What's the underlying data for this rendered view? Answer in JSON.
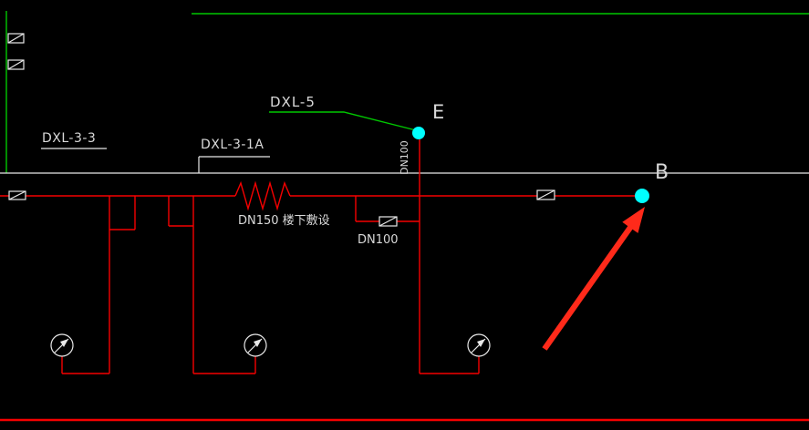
{
  "drawing": {
    "labels": {
      "dxl5": "DXL-5",
      "dxl33": "DXL-3-3",
      "dxl31a": "DXL-3-1A",
      "riser_dn100": "DN100",
      "note_dn150": "DN150 楼下敷设",
      "branch_dn100": "DN100",
      "point_e": "E",
      "point_b": "B"
    },
    "symbols": [
      "valve-icon",
      "water-meter-icon",
      "expansion-zigzag-icon",
      "marker-dot",
      "annotation-arrow"
    ]
  },
  "colors": {
    "background": "#000000",
    "pipe_red": "#f50000",
    "line_green": "#00c800",
    "line_white": "#e8e8e8",
    "marker_cyan": "#00ffff",
    "arrow_red": "#ff2a1a",
    "text_color": "#d9d9d9"
  }
}
